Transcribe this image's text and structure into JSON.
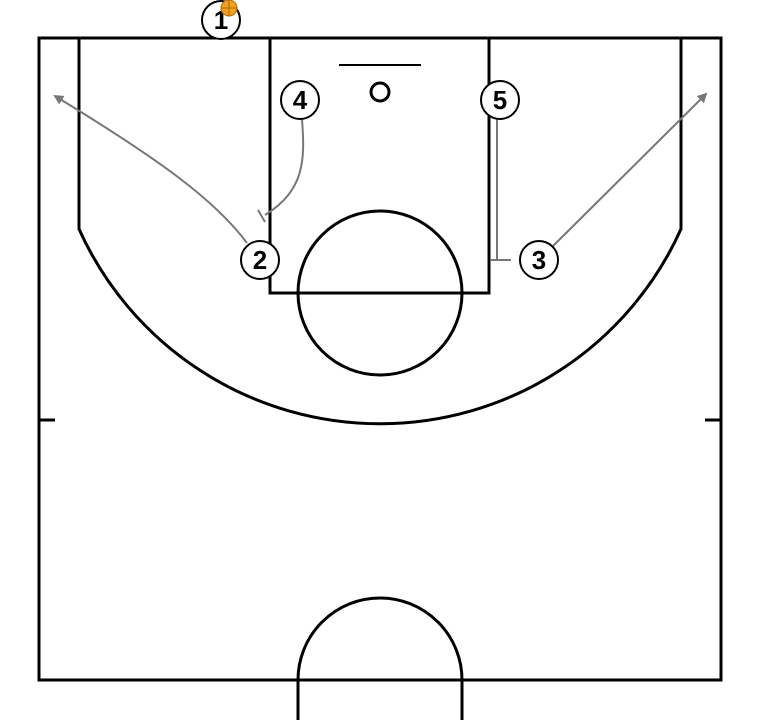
{
  "colors": {
    "court_lines": "#000000",
    "movement": "#777777",
    "ball": "#f0a020",
    "background": "#ffffff"
  },
  "players": [
    {
      "id": "p1",
      "label": "1",
      "has_ball": true
    },
    {
      "id": "p2",
      "label": "2"
    },
    {
      "id": "p3",
      "label": "3"
    },
    {
      "id": "p4",
      "label": "4"
    },
    {
      "id": "p5",
      "label": "5"
    }
  ],
  "actions": [
    {
      "type": "cut",
      "player": "2",
      "icon": "arrow"
    },
    {
      "type": "cut",
      "player": "3",
      "icon": "arrow"
    },
    {
      "type": "screen",
      "player": "4"
    },
    {
      "type": "screen",
      "player": "5"
    }
  ]
}
